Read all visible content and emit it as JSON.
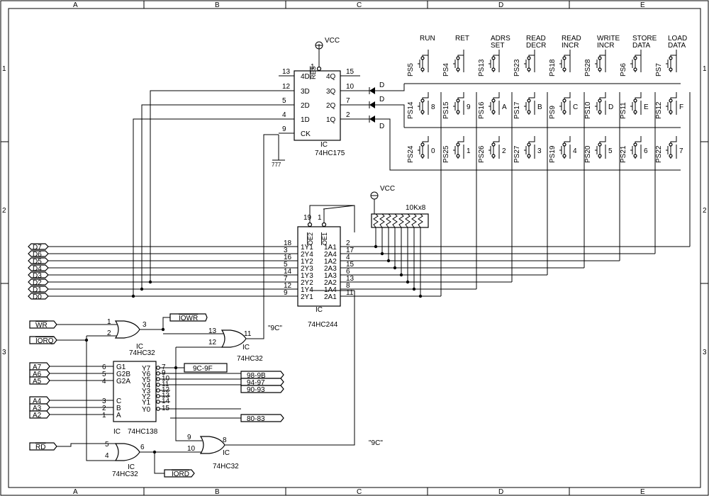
{
  "frame": {
    "columns": [
      "A",
      "B",
      "C",
      "D",
      "E"
    ],
    "rows": [
      "1",
      "2",
      "3"
    ]
  },
  "power": {
    "vcc": "VCC"
  },
  "ic175": {
    "ref": "IC",
    "part": "74HC175",
    "pins_left": [
      {
        "num": "13",
        "name": "4D"
      },
      {
        "num": "12",
        "name": "3D"
      },
      {
        "num": "5",
        "name": "2D"
      },
      {
        "num": "4",
        "name": "1D"
      },
      {
        "num": "9",
        "name": "CK"
      }
    ],
    "pins_right": [
      {
        "num": "15",
        "name": "4Q"
      },
      {
        "num": "10",
        "name": "3Q"
      },
      {
        "num": "7",
        "name": "2Q"
      },
      {
        "num": "2",
        "name": "1Q"
      }
    ],
    "reset_pin": {
      "num": "1",
      "name": "RES"
    },
    "ground": "777"
  },
  "diodes": [
    "D",
    "D",
    "D"
  ],
  "switches": {
    "headers": [
      [
        "RUN"
      ],
      [
        "RET"
      ],
      [
        "ADRS",
        "SET"
      ],
      [
        "READ",
        "DECR"
      ],
      [
        "READ",
        "INCR"
      ],
      [
        "WRITE",
        "INCR"
      ],
      [
        "STORE",
        "DATA"
      ],
      [
        "LOAD",
        "DATA"
      ]
    ],
    "row1": [
      {
        "ref": "PS5",
        "key": ""
      },
      {
        "ref": "PS4",
        "key": ""
      },
      {
        "ref": "PS13",
        "key": ""
      },
      {
        "ref": "PS23",
        "key": ""
      },
      {
        "ref": "PS18",
        "key": ""
      },
      {
        "ref": "PS28",
        "key": ""
      },
      {
        "ref": "PS6",
        "key": ""
      },
      {
        "ref": "PS7",
        "key": ""
      }
    ],
    "row2": [
      {
        "ref": "PS14",
        "key": "8"
      },
      {
        "ref": "PS15",
        "key": "9"
      },
      {
        "ref": "PS16",
        "key": "A"
      },
      {
        "ref": "PS17",
        "key": "B"
      },
      {
        "ref": "PS9",
        "key": "C"
      },
      {
        "ref": "PS10",
        "key": "D"
      },
      {
        "ref": "PS11",
        "key": "E"
      },
      {
        "ref": "PS12",
        "key": "F"
      }
    ],
    "row3": [
      {
        "ref": "PS24",
        "key": "0"
      },
      {
        "ref": "PS25",
        "key": "1"
      },
      {
        "ref": "PS26",
        "key": "2"
      },
      {
        "ref": "PS27",
        "key": "3"
      },
      {
        "ref": "PS19",
        "key": "4"
      },
      {
        "ref": "PS20",
        "key": "5"
      },
      {
        "ref": "PS21",
        "key": "6"
      },
      {
        "ref": "PS22",
        "key": "7"
      }
    ]
  },
  "resistor": {
    "label": "10Kx8"
  },
  "ic244": {
    "ref": "IC",
    "part": "74HC244",
    "enable_pins": [
      {
        "num": "19",
        "name": "OE2"
      },
      {
        "num": "1",
        "name": "OE1"
      }
    ],
    "pins_left": [
      {
        "num": "18",
        "name": "1Y1"
      },
      {
        "num": "3",
        "name": "2Y4"
      },
      {
        "num": "16",
        "name": "1Y2"
      },
      {
        "num": "5",
        "name": "2Y3"
      },
      {
        "num": "14",
        "name": "1Y3"
      },
      {
        "num": "7",
        "name": "2Y2"
      },
      {
        "num": "12",
        "name": "1Y4"
      },
      {
        "num": "9",
        "name": "2Y1"
      }
    ],
    "pins_right": [
      {
        "num": "2",
        "name": "1A1"
      },
      {
        "num": "17",
        "name": "2A4"
      },
      {
        "num": "4",
        "name": "1A2"
      },
      {
        "num": "15",
        "name": "2A3"
      },
      {
        "num": "6",
        "name": "1A3"
      },
      {
        "num": "13",
        "name": "2A2"
      },
      {
        "num": "8",
        "name": "1A4"
      },
      {
        "num": "11",
        "name": "2A1"
      }
    ]
  },
  "data_bus": [
    "D7",
    "D6",
    "D5",
    "D4",
    "D3",
    "D2",
    "D1",
    "D0"
  ],
  "control_inputs": {
    "wr": "WR",
    "iorq": "IORQ",
    "rd": "RD"
  },
  "address_top": [
    "A7",
    "A6",
    "A5"
  ],
  "address_bottom": [
    "A4",
    "A3",
    "A2"
  ],
  "gate1": {
    "ref": "IC",
    "part": "74HC32",
    "pin_a": "1",
    "pin_b": "2",
    "pin_out": "3",
    "output_label": "IOWR"
  },
  "gate2": {
    "ref": "IC",
    "part": "74HC32",
    "pin_a": "13",
    "pin_b": "12",
    "pin_out": "11",
    "output_label": "\"9C\""
  },
  "gate3": {
    "ref": "IC",
    "part": "74HC32",
    "pin_a": "5",
    "pin_b": "4",
    "pin_out": "6",
    "output_label": "IORD"
  },
  "gate4": {
    "ref": "IC",
    "part": "74HC32",
    "pin_a": "9",
    "pin_b": "10",
    "pin_out": "8",
    "output_label": "\"9C\""
  },
  "ic138": {
    "ref": "IC",
    "part": "74HC138",
    "pins_left": [
      {
        "num": "6",
        "name": "G1"
      },
      {
        "num": "5",
        "name": "G2B"
      },
      {
        "num": "4",
        "name": "G2A"
      },
      {
        "num": "3",
        "name": "C"
      },
      {
        "num": "2",
        "name": "B"
      },
      {
        "num": "1",
        "name": "A"
      }
    ],
    "pins_right": [
      {
        "num": "7",
        "name": "Y7"
      },
      {
        "num": "9",
        "name": "Y6"
      },
      {
        "num": "10",
        "name": "Y5"
      },
      {
        "num": "11",
        "name": "Y4"
      },
      {
        "num": "12",
        "name": "Y3"
      },
      {
        "num": "13",
        "name": "Y2"
      },
      {
        "num": "14",
        "name": "Y1"
      },
      {
        "num": "15",
        "name": "Y0"
      }
    ]
  },
  "decode_outputs": {
    "y7": "9C-9F",
    "y6": "98-9B",
    "y5": "94-97",
    "y4": "90-93",
    "y0": "80-83"
  }
}
